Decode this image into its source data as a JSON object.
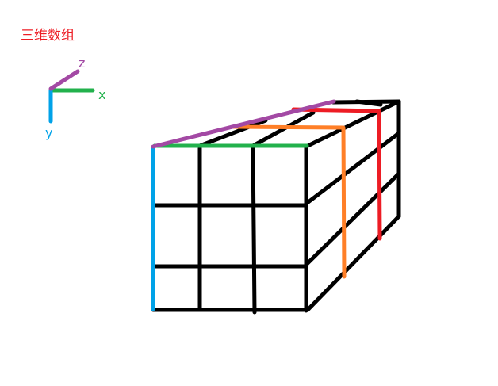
{
  "title": "三维数组",
  "axes": {
    "x": {
      "label": "x",
      "color": "#22b14c"
    },
    "y": {
      "label": "y",
      "color": "#00a2e8"
    },
    "z": {
      "label": "z",
      "color": "#a349a4"
    }
  },
  "colors": {
    "title": "#ed1c24",
    "grid": "#000000",
    "slice_orange": "#ff7f27",
    "slice_red": "#ed1c24"
  }
}
